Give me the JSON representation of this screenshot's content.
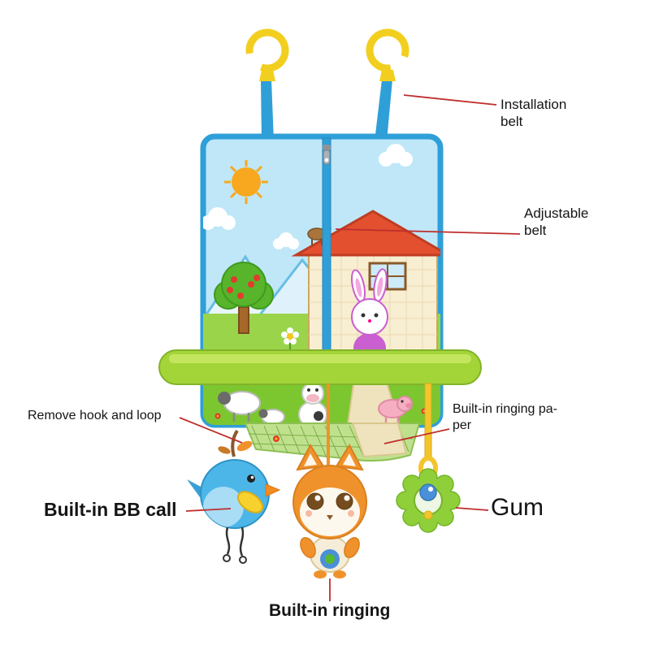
{
  "annotations": {
    "installation_belt": "Installation belt",
    "adjustable_belt": "Adjustable belt",
    "ringing_paper_line1": "Built-in ringing pa-",
    "ringing_paper_line2": "per",
    "remove_hook": "Remove hook and loop",
    "bb_call": "Built-in BB call",
    "gum": "Gum",
    "built_in_ringing": "Built-in ringing"
  },
  "palette": {
    "leader_line": "#bf2e2e",
    "hook_yellow": "#f2cf1f",
    "strap_blue": "#2f9fd8",
    "panel_sky": "#bfe7f8",
    "panel_border": "#2f9fd8",
    "bar_green": "#a3d438",
    "grass_green": "#7cc630",
    "roof_red": "#e2502f",
    "house_wall": "#f8eed2",
    "sun_orange": "#f7a81f",
    "bird_blue": "#4db6e8",
    "fox_orange": "#f0922b",
    "teether_green": "#8fd03a",
    "text_dark": "#141414"
  }
}
